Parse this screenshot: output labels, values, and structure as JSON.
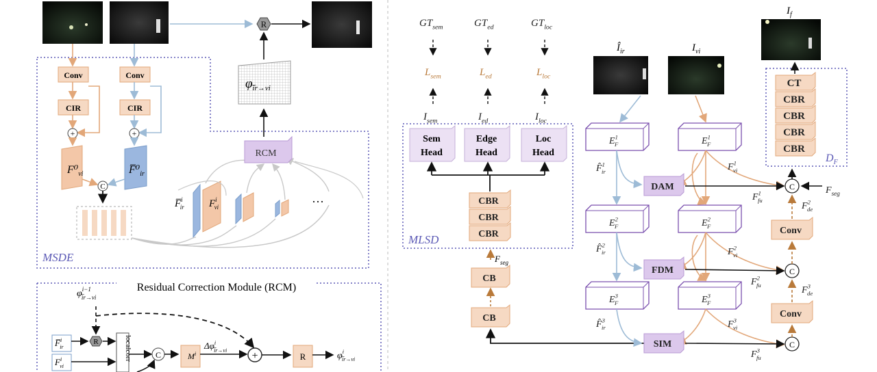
{
  "left": {
    "msde_label": "MSDE",
    "conv": "Conv",
    "cir": "CIR",
    "f_vi0": "F⁰",
    "f_vi0_sub": "vi",
    "f_ir0": "F̅⁰",
    "f_ir0_sub": "ir",
    "concat": "C",
    "rcm": "RCM",
    "r": "R",
    "phi": "φ",
    "phi_sub": "i̅r→vi",
    "f_ir_i": "F̅",
    "f_ir_i_sub": "ir",
    "f_ir_i_sup": "i",
    "f_vi_i": "F",
    "f_vi_i_sub": "vi",
    "f_vi_i_sup": "i",
    "dots": "···"
  },
  "rcm": {
    "title": "Residual Correction Module (RCM)",
    "phi_prev": "φ",
    "phi_prev_sup": "i−1",
    "phi_prev_sub": "i̅r→vi",
    "f_ir": "F̅",
    "f_ir_sub": "ir",
    "f_ir_sup": "i",
    "f_vi": "F",
    "f_vi_sub": "vi",
    "f_vi_sup": "i",
    "r": "R",
    "localcorr": "localcorr",
    "concat": "C",
    "m": "M",
    "m_sup": "i",
    "dphi": "Δφ",
    "dphi_sub": "i̅r→vi",
    "dphi_sup": "i",
    "plus": "+",
    "r2": "R",
    "phi_out": "φ",
    "phi_out_sub": "i̅r→vi",
    "phi_out_sup": "i"
  },
  "mlsd": {
    "label": "MLSD",
    "gt": [
      {
        "base": "GT",
        "sub": "sem"
      },
      {
        "base": "GT",
        "sub": "ed"
      },
      {
        "base": "GT",
        "sub": "loc"
      }
    ],
    "losses": [
      {
        "base": "L",
        "sub": "sem"
      },
      {
        "base": "L",
        "sub": "ed"
      },
      {
        "base": "L",
        "sub": "loc"
      }
    ],
    "outputs": [
      {
        "base": "I",
        "sub": "sem"
      },
      {
        "base": "I",
        "sub": "ed"
      },
      {
        "base": "I",
        "sub": "loc"
      }
    ],
    "heads": [
      {
        "line1": "Sem",
        "line2": "Head"
      },
      {
        "line1": "Edge",
        "line2": "Head"
      },
      {
        "line1": "Loc",
        "line2": "Head"
      }
    ],
    "cbr": [
      "CBR",
      "CBR",
      "CBR"
    ],
    "cb": [
      "CB",
      "CB"
    ],
    "fseg": "F",
    "fseg_sub": "seg"
  },
  "fusion": {
    "i_ir": "Î",
    "i_ir_sub": "ir",
    "i_vi": "I",
    "i_vi_sub": "vi",
    "i_f": "I",
    "i_f_sub": "f",
    "encoders": [
      {
        "base": "E",
        "sub": "F",
        "sup": "1"
      },
      {
        "base": "E",
        "sub": "F",
        "sup": "2"
      },
      {
        "base": "E",
        "sub": "F",
        "sup": "3"
      }
    ],
    "f_ir_hat": [
      {
        "base": "F̂",
        "sub": "ir",
        "sup": "1"
      },
      {
        "base": "F̂",
        "sub": "ir",
        "sup": "2"
      },
      {
        "base": "F̂",
        "sub": "ir",
        "sup": "3"
      }
    ],
    "f_vi": [
      {
        "base": "F",
        "sub": "vi",
        "sup": "1"
      },
      {
        "base": "F",
        "sub": "vi",
        "sup": "2"
      },
      {
        "base": "F",
        "sub": "vi",
        "sup": "3"
      }
    ],
    "modules": [
      "DAM",
      "FDM",
      "SIM"
    ],
    "f_fu": [
      {
        "base": "F",
        "sub": "fu",
        "sup": "1"
      },
      {
        "base": "F",
        "sub": "fu",
        "sup": "2"
      },
      {
        "base": "F",
        "sub": "fu",
        "sup": "3"
      }
    ],
    "f_de": [
      {
        "base": "F",
        "sub": "de",
        "sup": "2"
      },
      {
        "base": "F",
        "sub": "de",
        "sup": "3"
      }
    ],
    "conv": [
      "Conv",
      "Conv"
    ],
    "concat": "C",
    "fseg": "F",
    "fseg_sub": "seg",
    "decoder": [
      "CT",
      "CBR",
      "CBR",
      "CBR",
      "CBR"
    ],
    "decoder_label": "D",
    "decoder_label_sub": "F"
  },
  "colors": {
    "orange": "#e2a779",
    "orange_fill": "#f6d9c3",
    "orange_text": "#b97a3a",
    "blue": "#9dbbd6",
    "blue_fill": "#c2d4ec",
    "purple": "#7a4fae",
    "purple_fill": "#dcc8ec",
    "dotted": "#5b59b5"
  }
}
